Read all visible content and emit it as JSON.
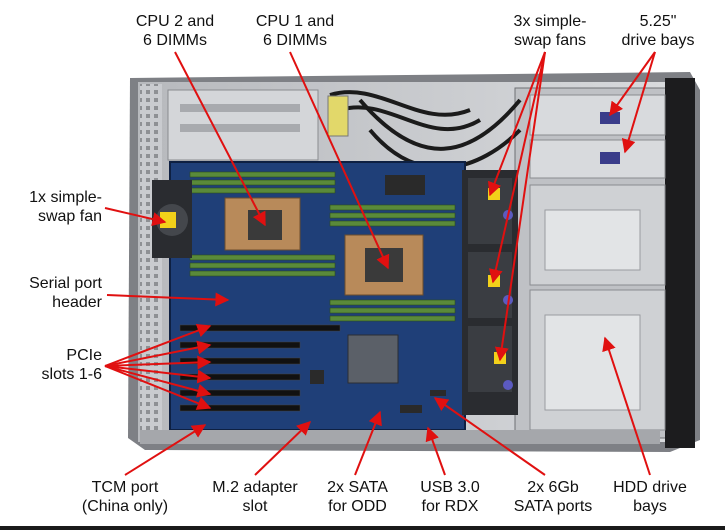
{
  "labels": {
    "cpu2": [
      "CPU 2 and",
      "6 DIMMs"
    ],
    "cpu1": [
      "CPU 1 and",
      "6 DIMMs"
    ],
    "fans3": [
      "3x simple-",
      "swap fans"
    ],
    "bays525": [
      "5.25\"",
      "drive bays"
    ],
    "fan1": [
      "1x simple-",
      "swap fan"
    ],
    "serial": [
      "Serial port",
      "header"
    ],
    "pcie": [
      "PCIe",
      "slots 1-6"
    ],
    "tcm": [
      "TCM port",
      "(China only)"
    ],
    "m2": [
      "M.2 adapter",
      "slot"
    ],
    "sata_odd": [
      "2x SATA",
      "for ODD"
    ],
    "usb": [
      "USB 3.0",
      "for RDX"
    ],
    "sata6": [
      "2x 6Gb",
      "SATA ports"
    ],
    "hdd": [
      "HDD drive",
      "bays"
    ]
  },
  "colors": {
    "arrow": "#e01010",
    "chassis": "#9a9ca0",
    "board": "#1f3f78",
    "dimm": "#5a8a3a",
    "fan_badge": "#f2d11a"
  }
}
